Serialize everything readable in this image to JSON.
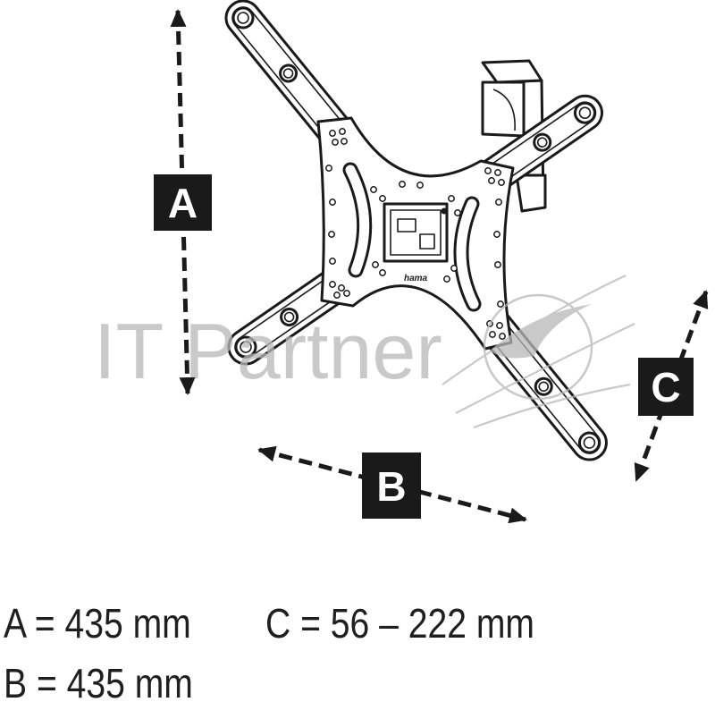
{
  "colors": {
    "ink": "#1a1a1a",
    "label_fill": "#1a1a1a",
    "label_text": "#ffffff",
    "watermark": "#b8b8b8",
    "background": "#ffffff"
  },
  "icons": {
    "mount": "tv-wall-mount-icon",
    "watermark_logo": "swoosh-logo-icon",
    "arrow": "double-headed-dashed-arrow-icon"
  },
  "dimension_labels": {
    "a": "A",
    "b": "B",
    "c": "C"
  },
  "legend": {
    "a": "A = 435 mm",
    "c": "C = 56 – 222 mm",
    "b": "B = 435 mm"
  },
  "product": {
    "logo_text": "hama"
  },
  "watermark": {
    "text": "IT Partner"
  }
}
